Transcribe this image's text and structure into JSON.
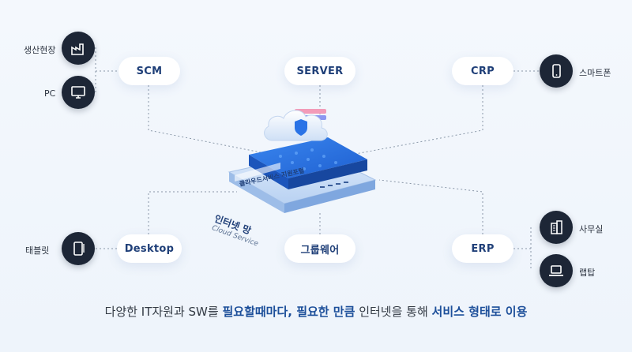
{
  "nodes": {
    "scm": "SCM",
    "server": "SERVER",
    "crp": "CRP",
    "desktop": "Desktop",
    "groupware": "그룹웨어",
    "erp": "ERP"
  },
  "devices": {
    "factory": "생산현장",
    "pc": "PC",
    "smartphone": "스마트폰",
    "tablet": "태블릿",
    "office": "사무실",
    "laptop": "랩탑"
  },
  "center": {
    "platform_label": "클라우드서비스 지원포털",
    "name": "인터넷 망",
    "subtitle": "Cloud Service"
  },
  "caption": {
    "part1": "다양한 IT자원과 SW를 ",
    "hl1": "필요할때마다, 필요한 만큼",
    "part2": " 인터넷을 통해 ",
    "hl2": "서비스 형태로 이용"
  },
  "colors": {
    "accent": "#1d4f9a",
    "node_text": "#1f3f78",
    "icon_bg": "#1d2636",
    "platform_blue": "#2f7be6"
  },
  "icons": [
    "factory-icon",
    "monitor-icon",
    "smartphone-icon",
    "tablet-icon",
    "building-icon",
    "laptop-icon",
    "shield-icon"
  ]
}
